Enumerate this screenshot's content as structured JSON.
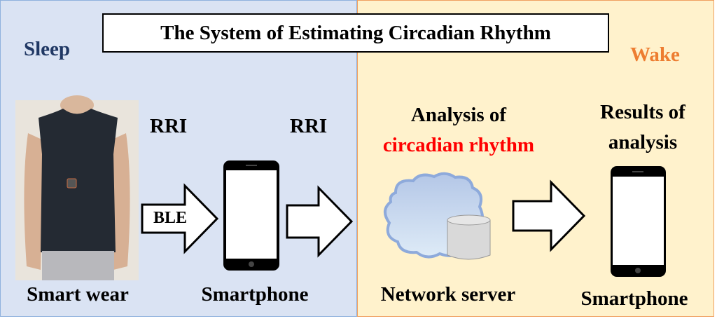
{
  "title": "The System of Estimating Circadian Rhythm",
  "sleep_label": "Sleep",
  "wake_label": "Wake",
  "rri_1": "RRI",
  "rri_2": "RRI",
  "ble": "BLE",
  "analysis": {
    "line1": "Analysis of",
    "line2": "circadian rhythm"
  },
  "results": {
    "line1": "Results of",
    "line2": "analysis"
  },
  "captions": {
    "smart_wear": "Smart wear",
    "smartphone_1": "Smartphone",
    "network_server": "Network server",
    "smartphone_2": "Smartphone"
  },
  "colors": {
    "sleep": "#203864",
    "wake": "#ed7d31",
    "highlight": "#ff0000",
    "left_bg": "#dae3f3",
    "right_bg": "#fff2cc"
  }
}
